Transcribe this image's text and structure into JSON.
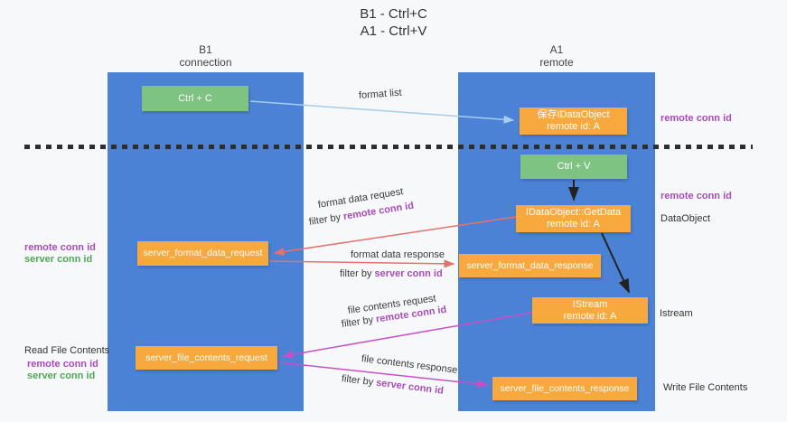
{
  "title": {
    "line1": "B1 - Ctrl+C",
    "line2": "A1 - Ctrl+V"
  },
  "columns": {
    "left": {
      "name": "B1",
      "subtitle": "connection"
    },
    "right": {
      "name": "A1",
      "subtitle": "remote"
    }
  },
  "nodes": {
    "ctrl_c": {
      "label": "Ctrl + C"
    },
    "save_idataobject": {
      "line1": "保存IDataObject",
      "line2": "remote id: A"
    },
    "ctrl_v": {
      "label": "Ctrl + V"
    },
    "getdata": {
      "line1": "IDataObject::GetData",
      "line2": "remote id: A"
    },
    "server_format_data_request": {
      "label": "server_format_data_request"
    },
    "server_format_data_response": {
      "label": "server_format_data_response"
    },
    "istream": {
      "line1": "IStream",
      "line2": "remote id: A"
    },
    "server_file_contents_request": {
      "label": "server_file_contents_request"
    },
    "server_file_contents_response": {
      "label": "server_file_contents_response"
    }
  },
  "flow_labels": {
    "format_list": "format list",
    "format_data_request": "format data request",
    "format_data_response": "format data response",
    "file_contents_request": "file contents request",
    "file_contents_response": "file contents response",
    "filter_by": "filter by",
    "remote_conn_id": "remote conn id",
    "server_conn_id": "server conn id"
  },
  "side_labels": {
    "left_remote_conn_id": "remote conn id",
    "left_server_conn_id": "server conn id",
    "read_file_contents": "Read File Contents",
    "right_remote_conn_id_top": "remote conn id",
    "right_remote_conn_id_mid": "remote conn id",
    "dataobject": "DataObject",
    "istream": "Istream",
    "write_file_contents": "Write File Contents"
  },
  "colors": {
    "background": "#f7f8f9",
    "column_blue": "#4c82d6",
    "node_green": "#7fc382",
    "node_orange": "#f8a93d",
    "id_purple": "#a64db8",
    "id_green": "#53a656",
    "arrow_blue": "#a5cdee",
    "arrow_red": "#e4726e",
    "arrow_magenta": "#ca4fc6",
    "arrow_black": "#222222"
  }
}
